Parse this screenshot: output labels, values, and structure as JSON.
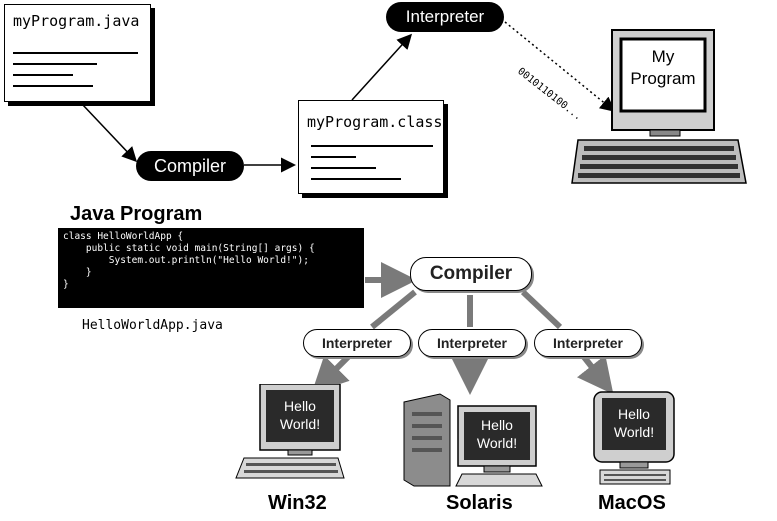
{
  "top": {
    "source_file": "myProgram.java",
    "compiler": "Compiler",
    "class_file": "myProgram.class",
    "interpreter": "Interpreter",
    "bits": "0010110100...",
    "monitor_text_line1": "My",
    "monitor_text_line2": "Program"
  },
  "bottom": {
    "title": "Java Program",
    "code": "class HelloWorldApp {\n    public static void main(String[] args) {\n        System.out.println(\"Hello World!\");\n    }\n}",
    "source_file": "HelloWorldApp.java",
    "compiler": "Compiler",
    "interpreters": [
      "Interpreter",
      "Interpreter",
      "Interpreter"
    ],
    "screen_line1": "Hello",
    "screen_line2": "World!",
    "platforms": [
      "Win32",
      "Solaris",
      "MacOS"
    ]
  }
}
